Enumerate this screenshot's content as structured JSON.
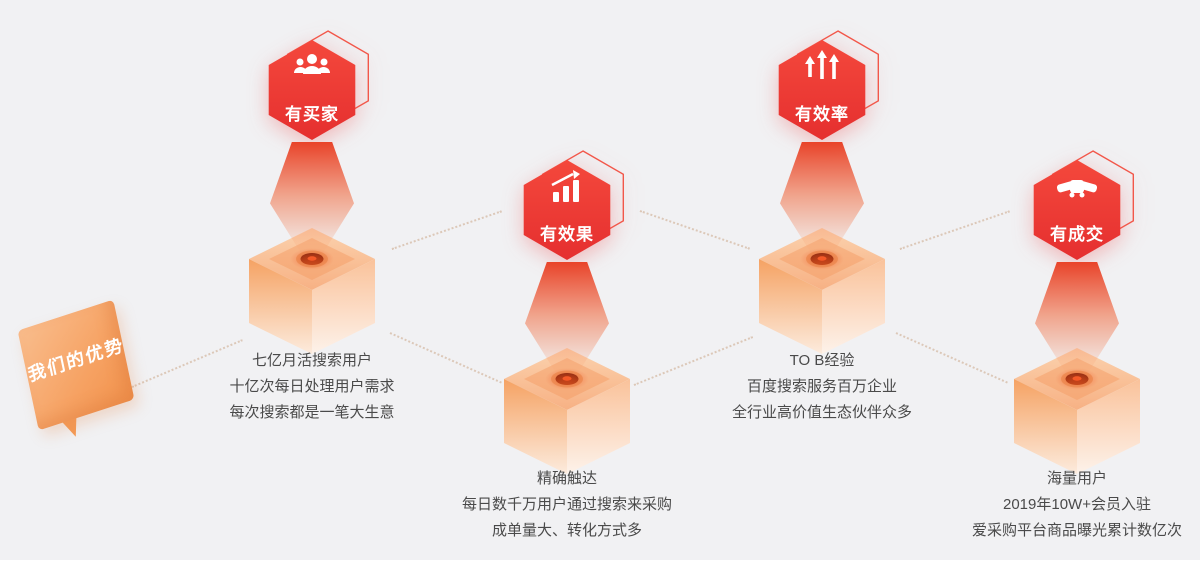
{
  "page": {
    "background": "#f1f1f3"
  },
  "bubble": {
    "label": "我们的优势"
  },
  "advantages": [
    {
      "badge_label": "有买家",
      "icon": "buyers-icon",
      "lines": [
        "七亿月活搜索用户",
        "十亿次每日处理用户需求",
        "每次搜索都是一笔大生意"
      ]
    },
    {
      "badge_label": "有效果",
      "icon": "bar-chart-icon",
      "lines": [
        "精确触达",
        "每日数千万用户通过搜索来采购",
        "成单量大、转化方式多"
      ]
    },
    {
      "badge_label": "有效率",
      "icon": "arrows-up-icon",
      "lines": [
        "TO B经验",
        "百度搜索服务百万企业",
        "全行业高价值生态伙伴众多"
      ]
    },
    {
      "badge_label": "有成交",
      "icon": "handshake-icon",
      "lines": [
        "海量用户",
        "2019年10W+会员入驻",
        "爱采购平台商品曝光累计数亿次"
      ]
    }
  ],
  "colors": {
    "badge_red": "#ee3a3a",
    "cube_orange": "#f7a76c",
    "beam_red": "#e8361a",
    "text": "#4a4a4a",
    "bubble_orange": "#f6a263"
  }
}
